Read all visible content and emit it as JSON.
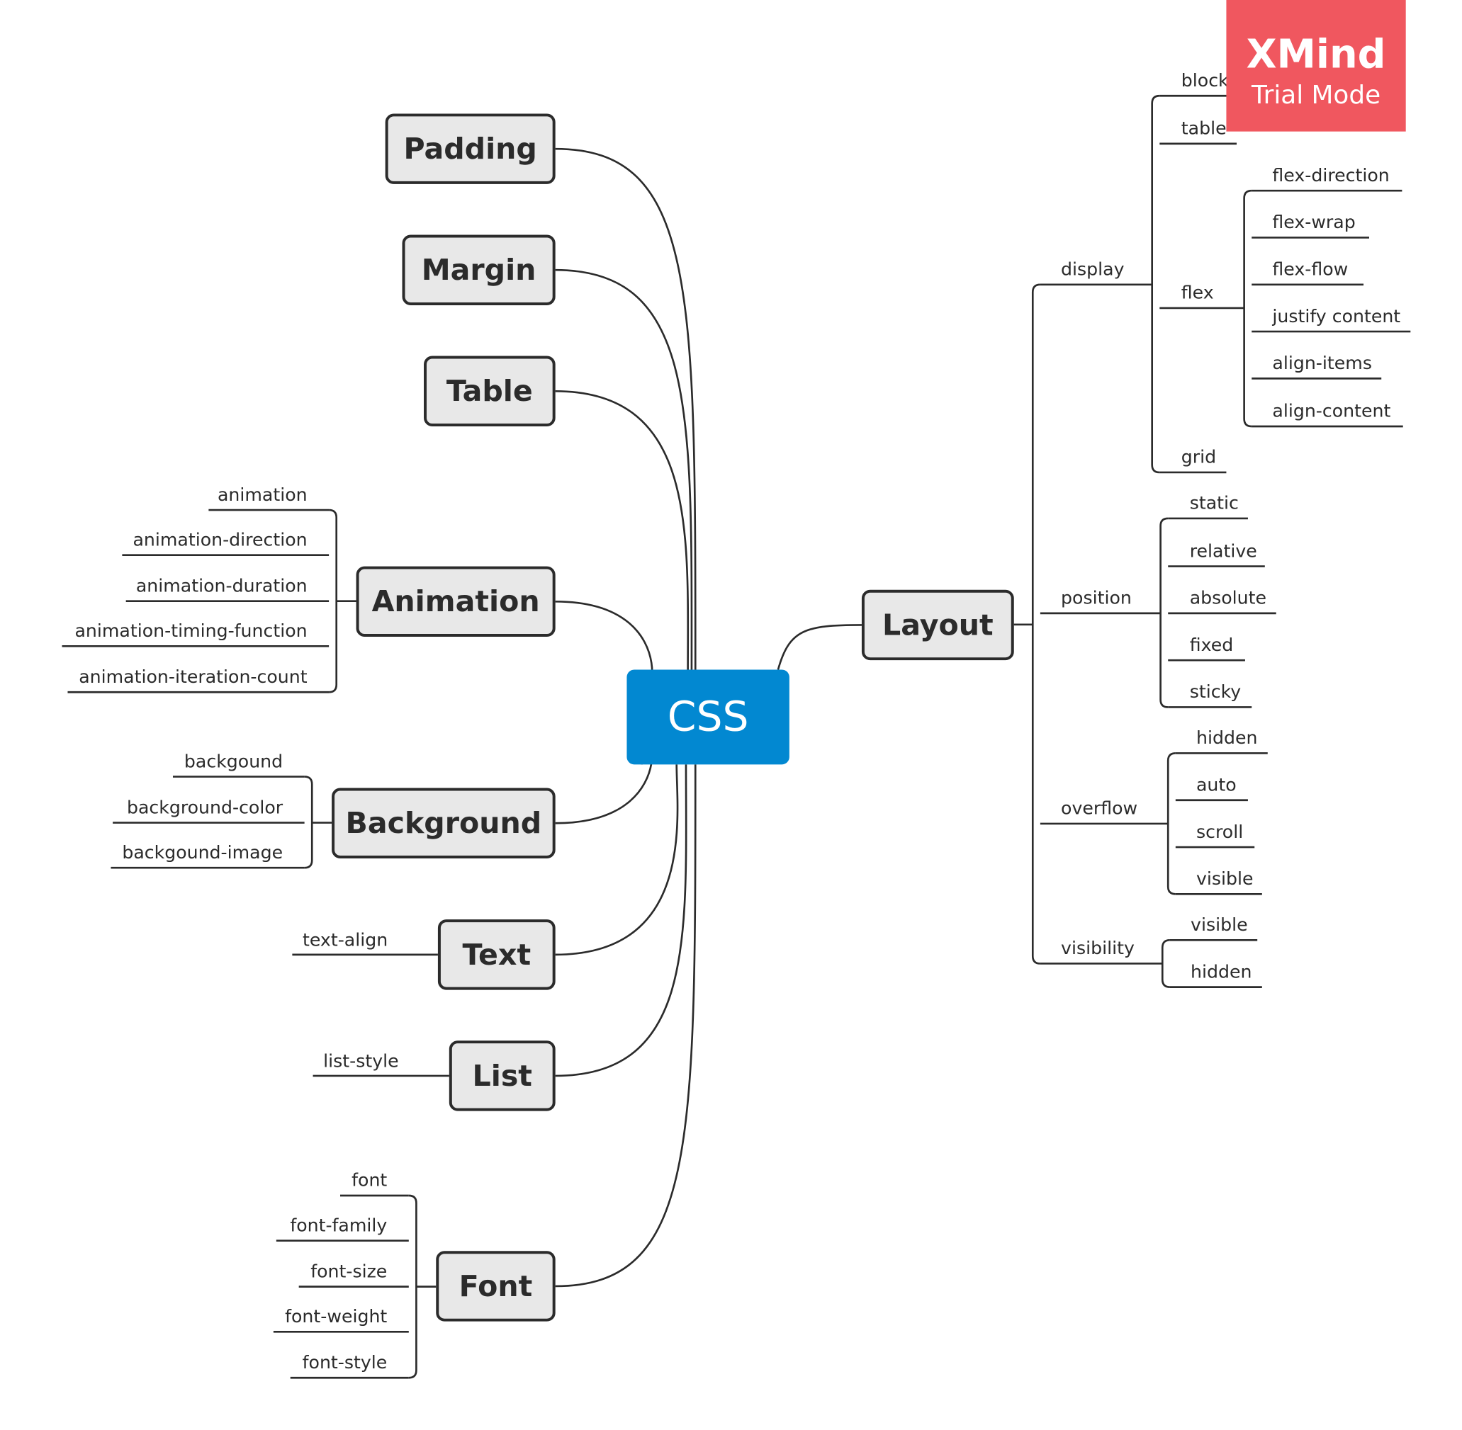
{
  "central": "CSS",
  "left_topics": [
    {
      "label": "Padding",
      "children": []
    },
    {
      "label": "Margin",
      "children": []
    },
    {
      "label": "Table",
      "children": []
    },
    {
      "label": "Animation",
      "children": [
        "animation",
        "animation-direction",
        "animation-duration",
        "animation-timing-function",
        "animation-iteration-count"
      ]
    },
    {
      "label": "Background",
      "children": [
        "backgound",
        "background-color",
        "backgound-image"
      ]
    },
    {
      "label": "Text",
      "children": [
        "text-align"
      ]
    },
    {
      "label": "List",
      "children": [
        "list-style"
      ]
    },
    {
      "label": "Font",
      "children": [
        "font",
        "font-family",
        "font-size",
        "font-weight",
        "font-style"
      ]
    }
  ],
  "right_topic": {
    "label": "Layout",
    "groups": [
      {
        "label": "display",
        "children": [
          {
            "label": "block"
          },
          {
            "label": "table"
          },
          {
            "label": "flex",
            "children": [
              "flex-direction",
              "flex-wrap",
              "flex-flow",
              "justify content",
              "align-items",
              "align-content"
            ]
          },
          {
            "label": "grid"
          }
        ]
      },
      {
        "label": "position",
        "children": [
          "static",
          "relative",
          "absolute",
          "fixed",
          "sticky"
        ]
      },
      {
        "label": "overflow",
        "children": [
          "hidden",
          "auto",
          "scroll",
          "visible"
        ]
      },
      {
        "label": "visibility",
        "children": [
          "visible",
          "hidden"
        ]
      }
    ]
  },
  "watermark": {
    "title": "XMind",
    "subtitle": "Trial Mode"
  },
  "colors": {
    "central": "#0288d1",
    "topic_fill": "#e8e8e8",
    "line": "#2b2b2b",
    "watermark": "#f0575f"
  }
}
